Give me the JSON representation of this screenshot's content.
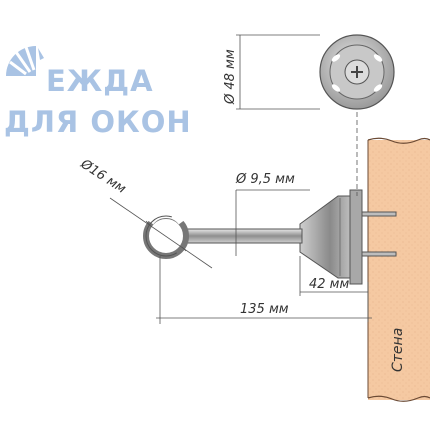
{
  "logo": {
    "line1": "ЕЖДА",
    "line2": "ДЛЯ ОКОН",
    "icon": "sun-rays-icon"
  },
  "dimensions": {
    "rosette_diameter": "Ø 48 мм",
    "ring_diameter": "Ø16 мм",
    "rod_diameter": "Ø 9,5 мм",
    "base_depth": "42 мм",
    "total_length": "135 мм"
  },
  "wall": {
    "label": "Стена",
    "color": "#f5c9a2"
  },
  "colors": {
    "logo": "#a9c3e4",
    "line": "#555555",
    "metal": "#9a9a9a"
  }
}
